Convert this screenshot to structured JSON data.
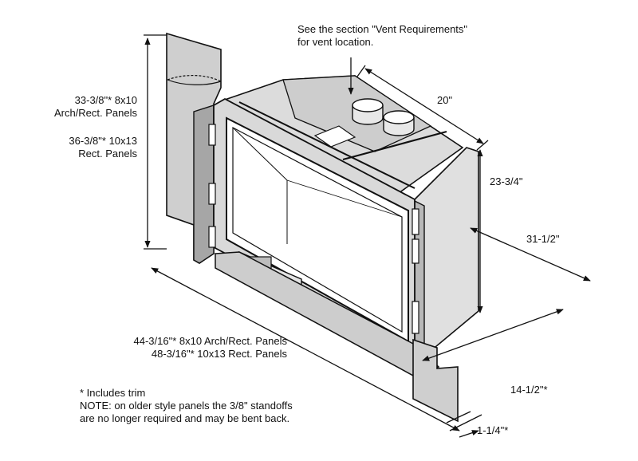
{
  "labels": {
    "vent_note_line1": "See the section \"Vent Requirements\"",
    "vent_note_line2": "for vent location.",
    "depth_top": "20\"",
    "height_upper_line1": "33-3/8\"* 8x10",
    "height_upper_line2": "Arch/Rect. Panels",
    "height_lower_line1": "36-3/8\"* 10x13",
    "height_lower_line2": "Rect. Panels",
    "firebox_height": "23-3/4\"",
    "overall_depth": "31-1/2\"",
    "width_line1": "44-3/16\"* 8x10 Arch/Rect. Panels",
    "width_line2": "48-3/16\"* 10x13 Rect. Panels",
    "side_depth": "14-1/2\"*",
    "standoff": "1-1/4\"*",
    "footnote_line1": "* Includes trim",
    "footnote_line2": "NOTE: on older style panels the 3/8\" standoffs",
    "footnote_line3": "are no longer required and may be bent back."
  },
  "colors": {
    "stroke": "#111111",
    "panel_fill": "#cfcfcf",
    "panel_dark": "#9e9e9e",
    "body_fill": "#e2e2e2",
    "top_fill": "#d6d6d6",
    "interior_fill": "#ffffff"
  }
}
